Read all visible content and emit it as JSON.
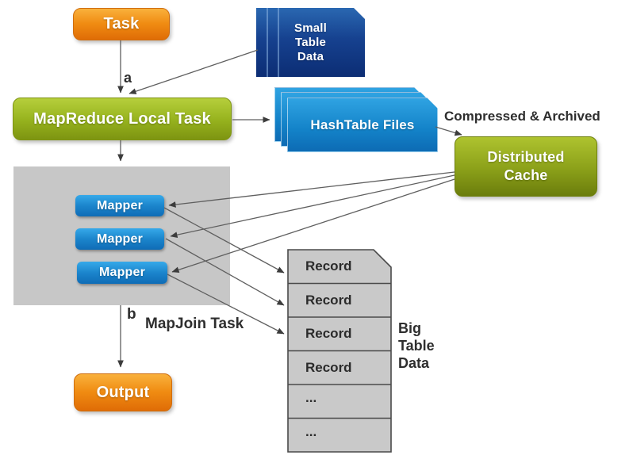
{
  "nodes": {
    "task": {
      "label": "Task"
    },
    "small_table_data": {
      "label": "Small\nTable\nData"
    },
    "mapreduce_local_task": {
      "label": "MapReduce Local Task"
    },
    "hashtable_files": {
      "label": "HashTable Files"
    },
    "distributed_cache": {
      "label": "Distributed\nCache"
    },
    "output": {
      "label": "Output"
    },
    "mappers": [
      {
        "label": "Mapper"
      },
      {
        "label": "Mapper"
      },
      {
        "label": "Mapper"
      }
    ],
    "records": {
      "rows": [
        {
          "label": "Record"
        },
        {
          "label": "Record"
        },
        {
          "label": "Record"
        },
        {
          "label": "Record"
        },
        {
          "label": "..."
        },
        {
          "label": "..."
        }
      ]
    }
  },
  "labels": {
    "a": "a",
    "b": "b",
    "mapjoin_task": "MapJoin Task",
    "compressed_archived": "Compressed & Archived",
    "big_table_data": "Big\nTable\nData"
  },
  "edges": [
    {
      "from": "task",
      "to": "mapreduce_local_task",
      "label": "a"
    },
    {
      "from": "small_table_data",
      "to": "mapreduce_local_task",
      "label": ""
    },
    {
      "from": "mapreduce_local_task",
      "to": "hashtable_files",
      "label": ""
    },
    {
      "from": "hashtable_files",
      "to": "distributed_cache",
      "label": "Compressed & Archived"
    },
    {
      "from": "mapreduce_local_task",
      "to": "mapjoin-task-panel",
      "label": ""
    },
    {
      "from": "distributed_cache",
      "to": "mapper-1",
      "label": ""
    },
    {
      "from": "distributed_cache",
      "to": "mapper-2",
      "label": ""
    },
    {
      "from": "distributed_cache",
      "to": "mapper-3",
      "label": ""
    },
    {
      "from": "mapper-1",
      "to": "record-1",
      "label": ""
    },
    {
      "from": "mapper-2",
      "to": "record-2",
      "label": ""
    },
    {
      "from": "mapper-3",
      "to": "record-3",
      "label": ""
    },
    {
      "from": "mapjoin-task-panel",
      "to": "output",
      "label": "b"
    }
  ],
  "colors": {
    "orange": "#ef8a10",
    "task_green": "#97b31e",
    "cache_green": "#8ba019",
    "bright_blue": "#1382c8",
    "navy_blue": "#16418f",
    "panel_gray": "#c7c7c7",
    "record_gray": "#c9c9c9",
    "line_gray": "#5f5f5f"
  }
}
